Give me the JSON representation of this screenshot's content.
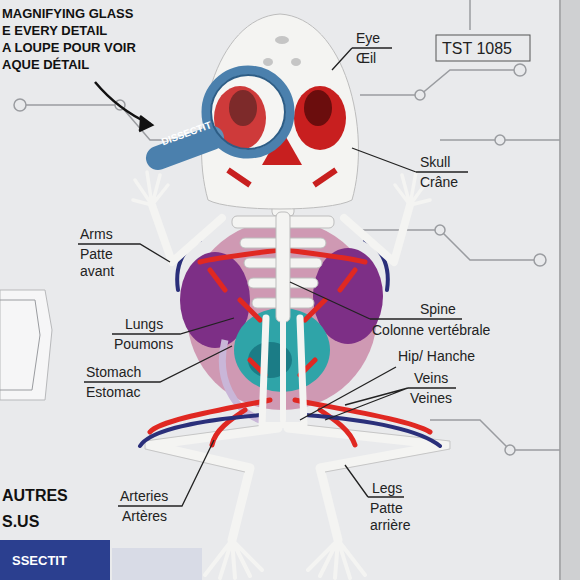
{
  "diagram": {
    "labels": [
      "MAGNIFYING GLASS",
      "E EVERY DETAIL",
      "A LOUPE POUR VOIR",
      "AQUE DÉTAIL",
      "TST 1085",
      "DISSECTIT",
      "Eye",
      "Œil",
      "Skull",
      "Crâne",
      "Arms",
      "Patte avant",
      "Lungs",
      "Poumons",
      "Spine",
      "Colonne vertébrale",
      "Stomach",
      "Estomac",
      "Hip/ Hanche",
      "Veins",
      "Veines",
      "Arteries",
      "Artères",
      "Legs",
      "Patte arrière",
      "AUTRES",
      "S.US",
      "SSECTIT"
    ]
  }
}
